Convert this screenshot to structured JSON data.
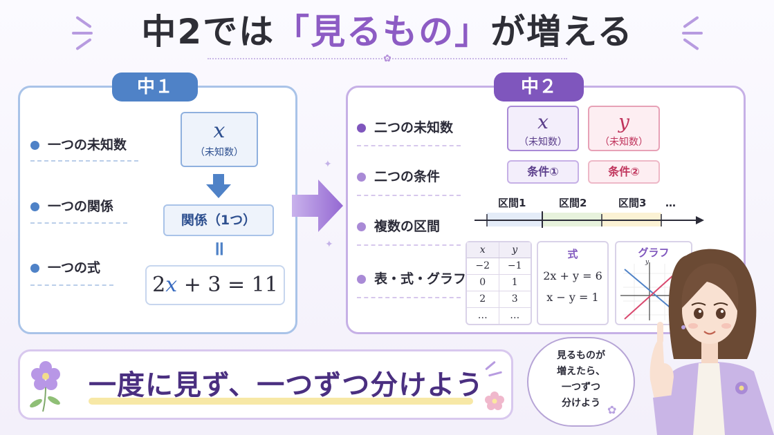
{
  "title": {
    "prefix": "中2では",
    "highlight": "「見るもの」",
    "suffix": "が増える"
  },
  "left": {
    "badge": "中１",
    "items": [
      "一つの未知数",
      "一つの関係",
      "一つの式"
    ],
    "variable": "x",
    "variable_label": "（未知数）",
    "relation": "関係（1つ）",
    "equals_symbol": "॥",
    "equation": {
      "coef": "2",
      "var": "x",
      "rest": " + 3 = 11"
    }
  },
  "right": {
    "badge": "中２",
    "items": [
      "二つの未知数",
      "二つの条件",
      "複数の区間",
      "表・式・グラフ"
    ],
    "var_x": "x",
    "var_y": "y",
    "var_label": "（未知数）",
    "cond1": "条件①",
    "cond2": "条件②",
    "intervals": [
      "区間1",
      "区間2",
      "区間3",
      "…"
    ],
    "table": {
      "headers": [
        "x",
        "y"
      ],
      "rows": [
        [
          "−2",
          "−1"
        ],
        [
          "0",
          "1"
        ],
        [
          "2",
          "3"
        ],
        [
          "…",
          "…"
        ]
      ]
    },
    "formula": {
      "heading": "式",
      "eq1": "2x + y = 6",
      "eq2": "x − y = 1"
    },
    "graph": {
      "heading": "グラフ",
      "y_axis": "y",
      "x_axis": "x"
    }
  },
  "banner": {
    "slogan": "一度に見ず、一つずつ分けよう"
  },
  "bubble": {
    "lines": [
      "見るものが",
      "増えたら、",
      "一つずつ",
      "分けよう"
    ]
  },
  "colors": {
    "blue": "#4f82c7",
    "purple": "#7f56bd",
    "pink": "#c0345c",
    "title_highlight": "#8d5cc4"
  }
}
